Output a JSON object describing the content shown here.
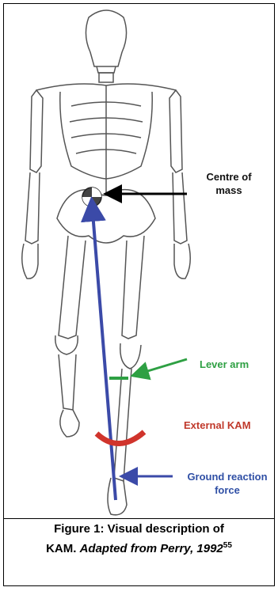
{
  "labels": {
    "centre_of_mass": [
      "Centre of",
      "mass"
    ],
    "lever_arm": "Lever arm",
    "external_kam": "External KAM",
    "ground_reaction_force": [
      "Ground reaction",
      "force"
    ]
  },
  "caption": {
    "line1": "Figure 1: Visual description of",
    "line2_prefix": "KAM. ",
    "line2_italic": "Adapted from Perry, 1992",
    "superscript": "55"
  },
  "colors": {
    "ground_reaction_force": "#3b4aa8",
    "lever_arm": "#2ea043",
    "external_kam": "#d0342c",
    "centre_of_mass_arrow": "#000000",
    "skeleton": "#555555"
  }
}
